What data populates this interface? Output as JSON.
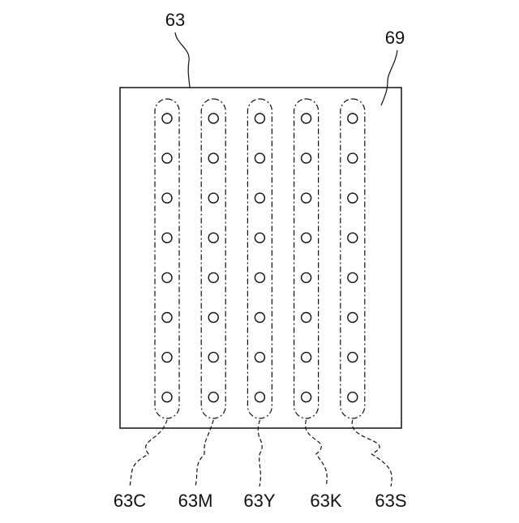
{
  "figure": {
    "labels": {
      "assembly": "63",
      "plate": "69"
    },
    "rows": [
      {
        "label": "63C",
        "nozzle_count": 8
      },
      {
        "label": "63M",
        "nozzle_count": 8
      },
      {
        "label": "63Y",
        "nozzle_count": 8
      },
      {
        "label": "63K",
        "nozzle_count": 8
      },
      {
        "label": "63S",
        "nozzle_count": 8
      }
    ],
    "colors": {
      "line": "#111111",
      "background": "#ffffff"
    }
  }
}
